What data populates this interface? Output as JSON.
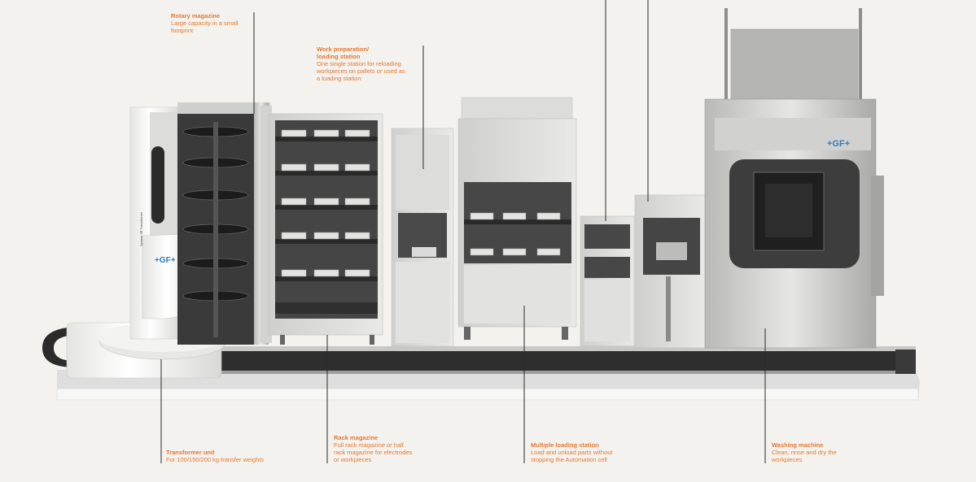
{
  "colors": {
    "background": "#f3f2ee",
    "accent_orange": "#e8772e",
    "brand_blue": "#2d7fc1",
    "machine_grey": "#d7d7d5",
    "dark_interior": "#3d3d3d"
  },
  "brand": {
    "logo_text": "+GF+",
    "unit_label": "System 3R Transformer"
  },
  "callouts": {
    "rotary": {
      "title": "Rotary magazine",
      "lines": [
        "Large capacity in a small",
        "footprint"
      ]
    },
    "workprep": {
      "title_lines": [
        "Work preparation/",
        "loading station"
      ],
      "lines": [
        "One single station for reloading",
        "workpieces on pallets or used as",
        "a loading station"
      ]
    },
    "transformer": {
      "title": "Transformer unit",
      "lines": [
        "For 100/150/200 kg transfer weights"
      ]
    },
    "rack": {
      "title": "Rack magazine",
      "lines": [
        "Full rack magazine or half",
        "rack magazine for electrodes",
        "or workpieces"
      ]
    },
    "multi": {
      "title": "Multiple loading station",
      "lines": [
        "Load and unload parts without",
        "stopping the Automation cell"
      ]
    },
    "washing": {
      "title": "Washing machine",
      "lines": [
        "Clean, rinse and dry the",
        "workpieces"
      ]
    }
  },
  "icons": {
    "scene": "automation-cell-illustration"
  }
}
